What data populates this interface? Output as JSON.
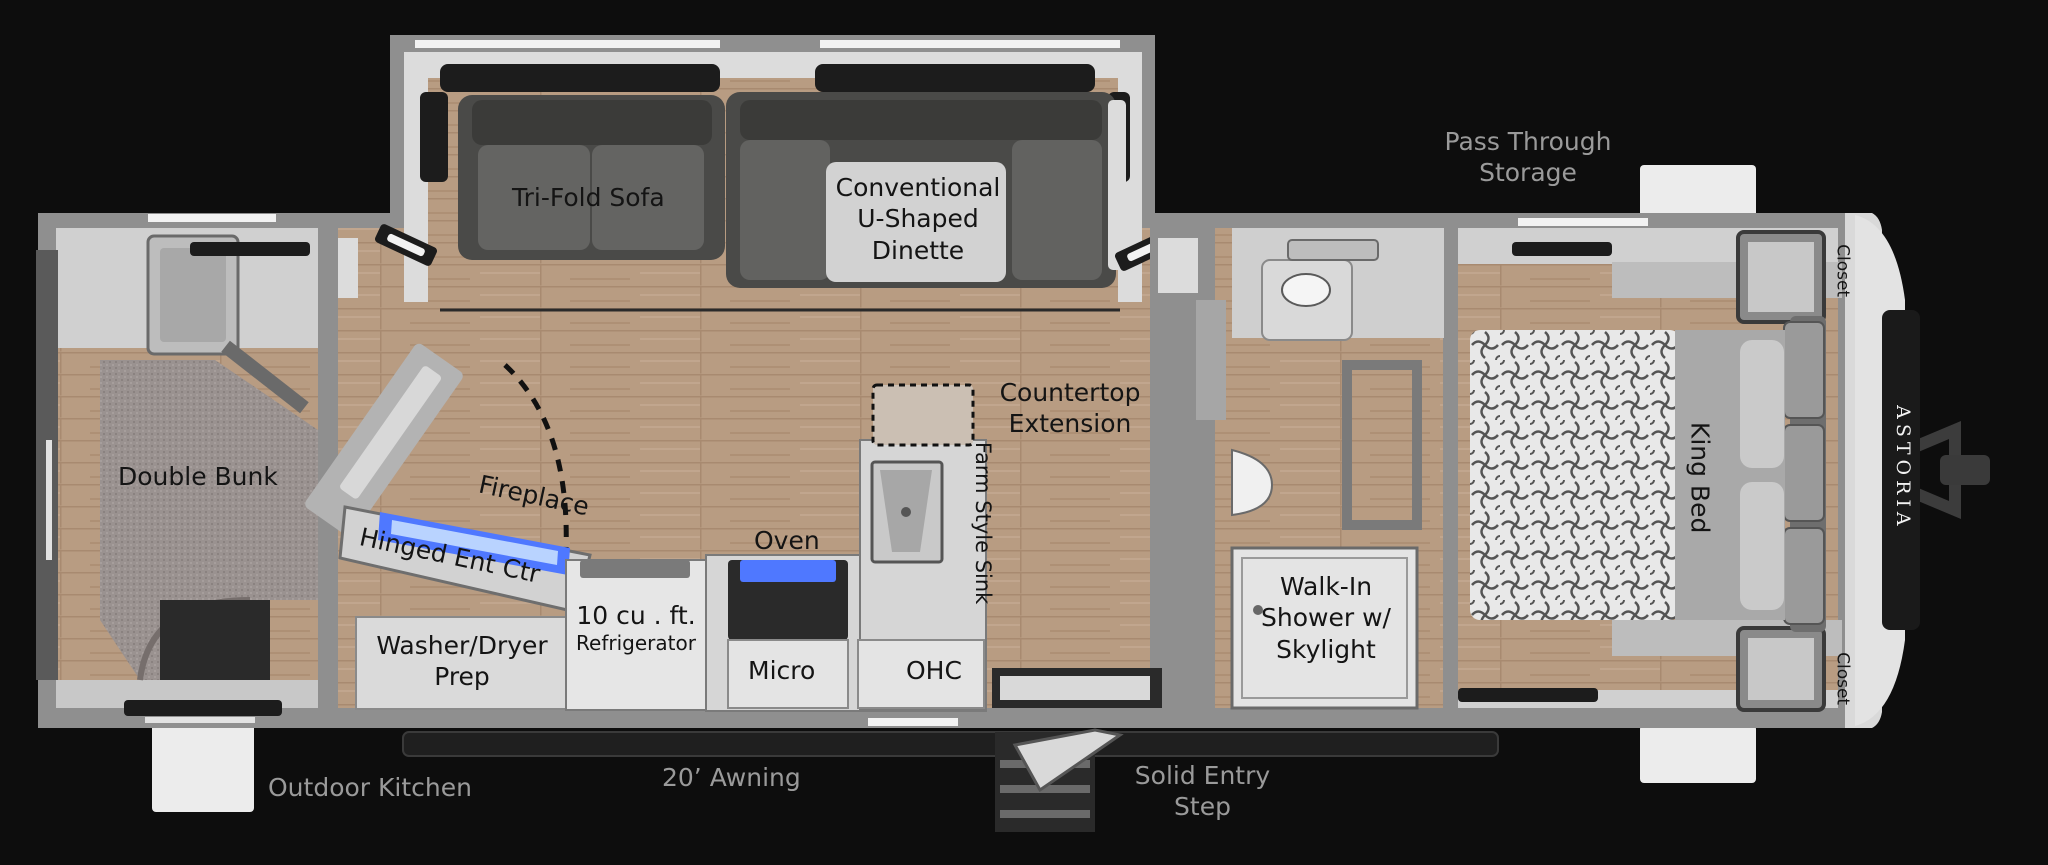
{
  "labels": {
    "tri_fold_sofa": "Tri-Fold Sofa",
    "dinette_l1": "Conventional",
    "dinette_l2": "U-Shaped",
    "dinette_l3": "Dinette",
    "pass_through_l1": "Pass Through",
    "pass_through_l2": "Storage",
    "double_bunk": "Double Bunk",
    "fireplace": "Fireplace",
    "hinged_ent_ctr": "Hinged Ent Ctr",
    "countertop_l1": "Countertop",
    "countertop_l2": "Extension",
    "farm_style_sink": "Farm Style Sink",
    "oven": "Oven",
    "refrigerator_l1": "10 cu . ft.",
    "refrigerator_l2": "Refrigerator",
    "washer_l1": "Washer/Dryer",
    "washer_l2": "Prep",
    "micro": "Micro",
    "ohc": "OHC",
    "shower_l1": "Walk-In",
    "shower_l2": "Shower w/",
    "shower_l3": "Skylight",
    "king_bed": "King Bed",
    "closet_top": "Closet",
    "closet_bottom": "Closet",
    "brand": "ASTORIA",
    "outdoor_kitchen": "Outdoor Kitchen",
    "awning": "20’ Awning",
    "entry_l1": "Solid Entry",
    "entry_l2": "Step"
  },
  "colors": {
    "background": "#0d0d0d",
    "wall": "#8f8f8f",
    "floor": "#b89c82",
    "counter": "#d6d6d6",
    "sofa": "#5b5b59",
    "outside_text": "#9a9a9a"
  }
}
